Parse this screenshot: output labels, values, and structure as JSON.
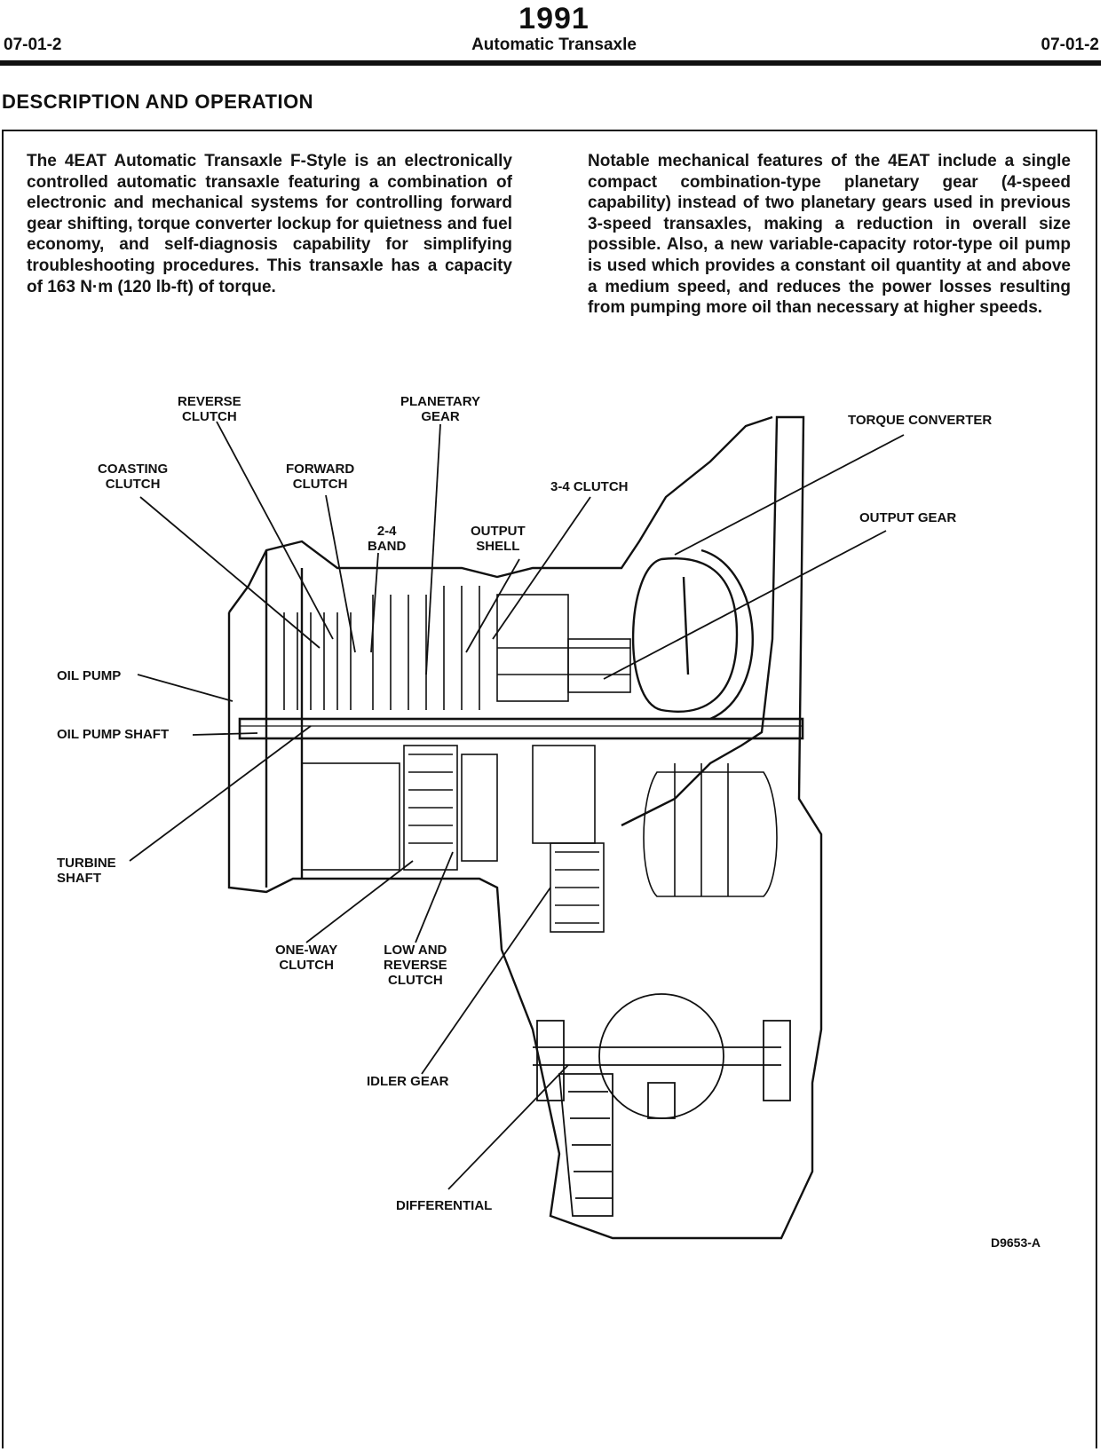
{
  "header": {
    "year": "1991",
    "page_left": "07-01-2",
    "title": "Automatic Transaxle",
    "page_right": "07-01-2"
  },
  "section_title": "DESCRIPTION AND OPERATION",
  "body": {
    "paragraph_left": "The 4EAT Automatic Transaxle F-Style is an electronically controlled automatic transaxle featuring a combination of electronic and mechanical systems for controlling forward gear shifting, torque converter lockup for quietness and fuel economy, and self-diagnosis capability for simplifying troubleshooting procedures. This transaxle has a capacity of 163 N·m (120 lb-ft) of torque.",
    "paragraph_right": "Notable mechanical features of the 4EAT include a single compact combination-type planetary gear (4-speed capability) instead of two planetary gears used in previous 3-speed transaxles, making a reduction in overall size possible. Also, a new variable-capacity rotor-type oil pump is used which provides a constant oil quantity at and above a medium speed, and reduces the power losses resulting from pumping more oil than necessary at higher speeds."
  },
  "figure": {
    "labels": {
      "reverse_clutch": "REVERSE\nCLUTCH",
      "planetary_gear": "PLANETARY\nGEAR",
      "torque_converter": "TORQUE CONVERTER",
      "coasting_clutch": "COASTING\nCLUTCH",
      "forward_clutch": "FORWARD\nCLUTCH",
      "clutch_3_4": "3-4 CLUTCH",
      "output_gear": "OUTPUT GEAR",
      "band_2_4": "2-4\nBAND",
      "output_shell": "OUTPUT\nSHELL",
      "oil_pump": "OIL PUMP",
      "oil_pump_shaft": "OIL PUMP SHAFT",
      "turbine_shaft": "TURBINE\nSHAFT",
      "one_way_clutch": "ONE-WAY\nCLUTCH",
      "low_reverse_clutch": "LOW AND\nREVERSE\nCLUTCH",
      "idler_gear": "IDLER GEAR",
      "differential": "DIFFERENTIAL"
    },
    "figure_id": "D9653-A"
  }
}
